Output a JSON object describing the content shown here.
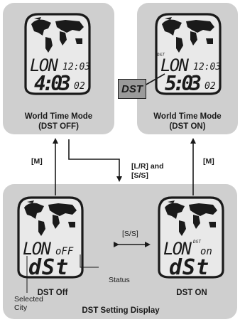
{
  "panels": {
    "top_left": {
      "caption_line1": "World Time Mode",
      "caption_line2": "(DST OFF)",
      "display": {
        "city": "LON",
        "dst_mark": "",
        "small_time": "12:03",
        "big_time": "4:03",
        "seconds": "02"
      }
    },
    "top_right": {
      "caption_line1": "World Time Mode",
      "caption_line2": "(DST ON)",
      "display": {
        "city": "LON",
        "dst_mark": "DST",
        "small_time": "12:03",
        "big_time": "5:03",
        "seconds": "02"
      }
    },
    "bottom": {
      "title": "DST Setting Display",
      "left": {
        "caption": "DST Off",
        "city": "LON",
        "status": "oFF",
        "word": "dSt",
        "dst_mark": ""
      },
      "right": {
        "caption": "DST ON",
        "city": "LON",
        "status": "on",
        "word": "dSt",
        "dst_mark": "DST"
      }
    }
  },
  "callout_dst": "DST",
  "arrows": {
    "m_left": "[M]",
    "m_right": "[M]",
    "lr_ss_line1": "[L/R] and",
    "lr_ss_line2": "[S/S]",
    "ss": "[S/S]"
  },
  "annotations": {
    "status": "Status",
    "selected_line1": "Selected",
    "selected_line2": "City"
  },
  "colors": {
    "panel": "#cfcfcf",
    "lcd": "#e9e9e9",
    "ink": "#1a1a1a",
    "callout": "#9a9a9a"
  }
}
